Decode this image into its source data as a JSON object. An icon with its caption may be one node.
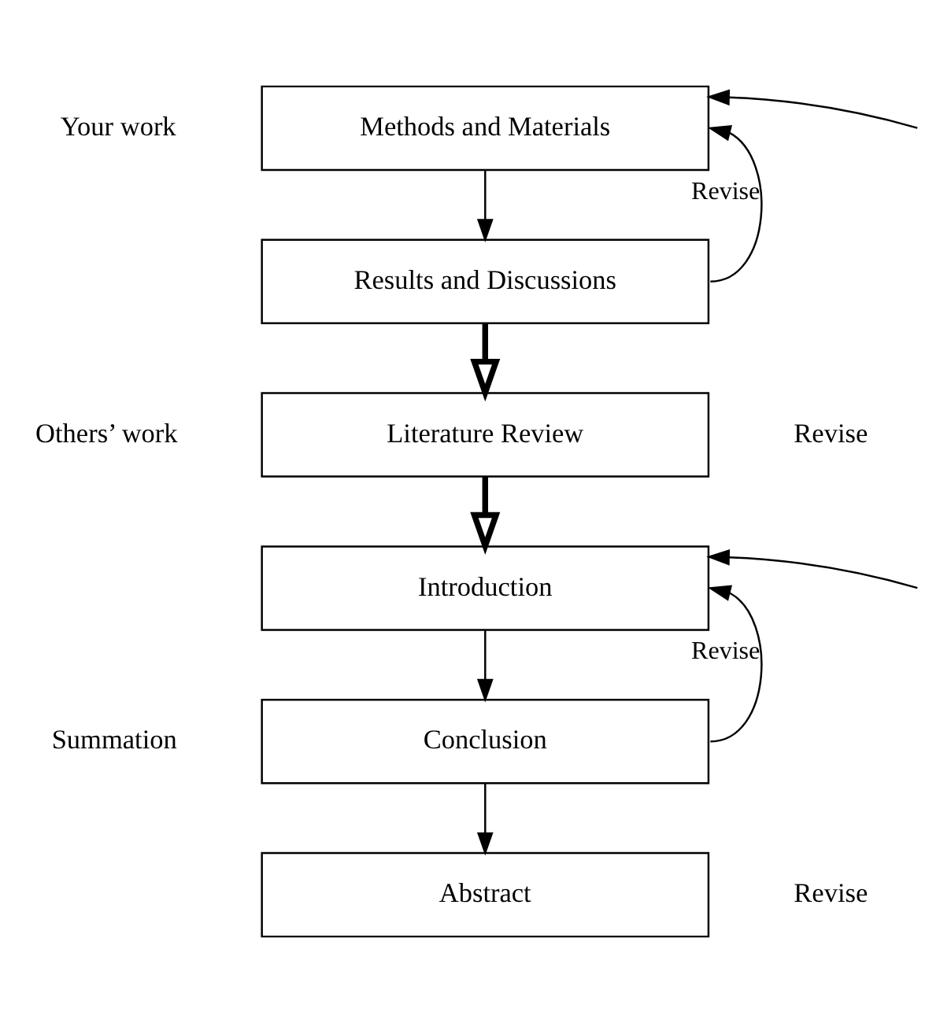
{
  "diagram": {
    "nodes": [
      {
        "text": [
          "Methods and Materials"
        ]
      },
      {
        "text": [
          "Results and Discussions"
        ]
      },
      {
        "text": [
          "Literature Review"
        ]
      },
      {
        "text": [
          "Introduction"
        ]
      },
      {
        "text": [
          "Conclusion"
        ]
      },
      {
        "text": [
          "Abstract"
        ]
      }
    ],
    "edges": [
      {
        "from": 0,
        "to": 1,
        "arrow": "to"
      },
      {
        "from": 1,
        "to": 2,
        "arrow": "to",
        "style": "thick"
      },
      {
        "from": 2,
        "to": 3,
        "arrow": "to",
        "style": "thick"
      },
      {
        "from": 3,
        "to": 4,
        "arrow": "to"
      },
      {
        "from": 4,
        "to": 5,
        "arrow": "to"
      },
      {
        "from": 1,
        "to": 0,
        "arrow": "to",
        "label": "Revise"
      },
      {
        "from": null,
        "to": 0,
        "arrow": "to"
      },
      {
        "from": 4,
        "to": 3,
        "arrow": "to",
        "label": "Revise"
      },
      {
        "from": null,
        "to": 3,
        "arrow": "to"
      }
    ],
    "labels": [
      "Your work",
      "Others’ work",
      "Revise",
      "Summation",
      "Revise"
    ]
  }
}
